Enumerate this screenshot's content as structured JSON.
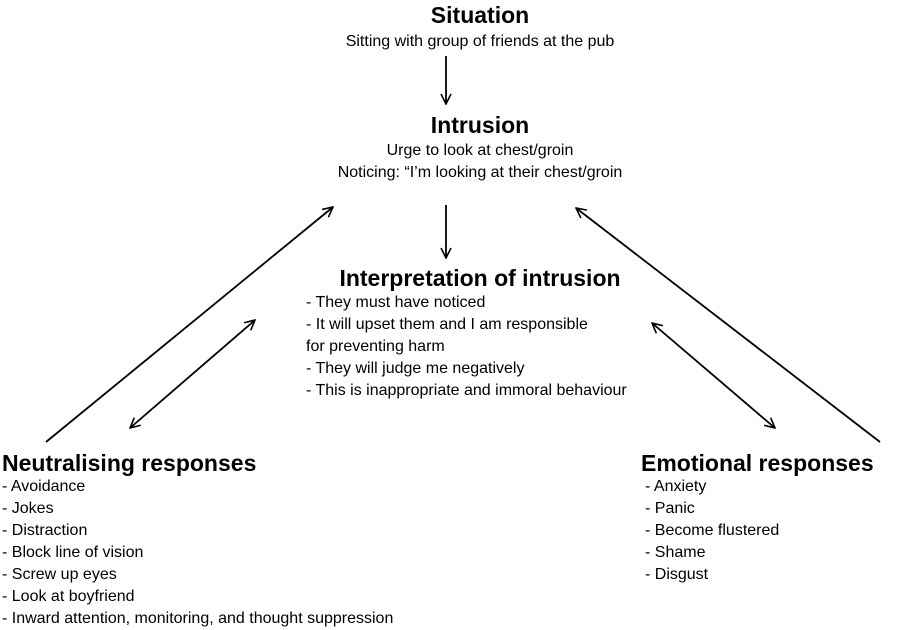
{
  "situation": {
    "title": "Situation",
    "description": "Sitting with group of friends at the pub"
  },
  "intrusion": {
    "title": "Intrusion",
    "lines": [
      "Urge to look at chest/groin",
      "Noticing: “I’m looking at their chest/groin"
    ]
  },
  "interpretation": {
    "title": "Interpretation of intrusion",
    "items": [
      "- They must have noticed",
      "- It will upset them and I am responsible",
      "for preventing harm",
      "- They will judge me negatively",
      "- This is inappropriate and immoral behaviour"
    ]
  },
  "neutralising": {
    "title": "Neutralising responses",
    "items": [
      "- Avoidance",
      "- Jokes",
      "- Distraction",
      "- Block line of vision",
      "- Screw up eyes",
      "- Look at boyfriend",
      "- Inward attention, monitoring, and thought suppression"
    ]
  },
  "emotional": {
    "title": "Emotional responses",
    "items": [
      "- Anxiety",
      "- Panic",
      "- Become flustered",
      "- Shame",
      "- Disgust"
    ]
  },
  "colors": {
    "text": "#000000",
    "background": "#ffffff",
    "arrow": "#000000"
  }
}
